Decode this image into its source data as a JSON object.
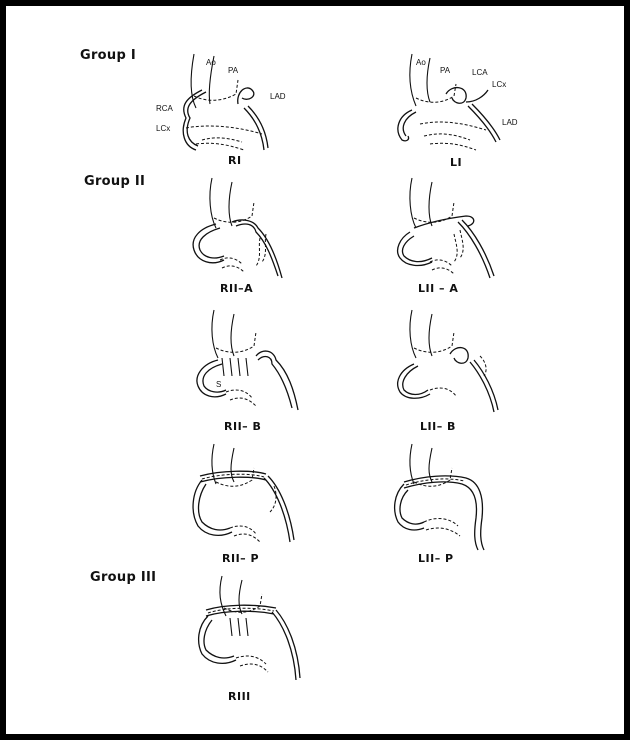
{
  "figure": {
    "groups": [
      {
        "label": "Group I"
      },
      {
        "label": "Group II"
      },
      {
        "label": "Group III"
      }
    ],
    "panels": {
      "ri": {
        "caption": "RI"
      },
      "li": {
        "caption": "LI"
      },
      "riia": {
        "caption": "RII–A"
      },
      "liia": {
        "caption": "LII – A"
      },
      "riib": {
        "caption": "RII– B"
      },
      "liib": {
        "caption": "LII– B"
      },
      "riip": {
        "caption": "RII– P"
      },
      "liip": {
        "caption": "LII– P"
      },
      "riii": {
        "caption": "RIII"
      }
    },
    "labels": {
      "ao": "Ao",
      "pa": "PA",
      "rca": "RCA",
      "lcx": "LCx",
      "lad": "LAD",
      "lca": "LCA",
      "s": "S"
    }
  }
}
